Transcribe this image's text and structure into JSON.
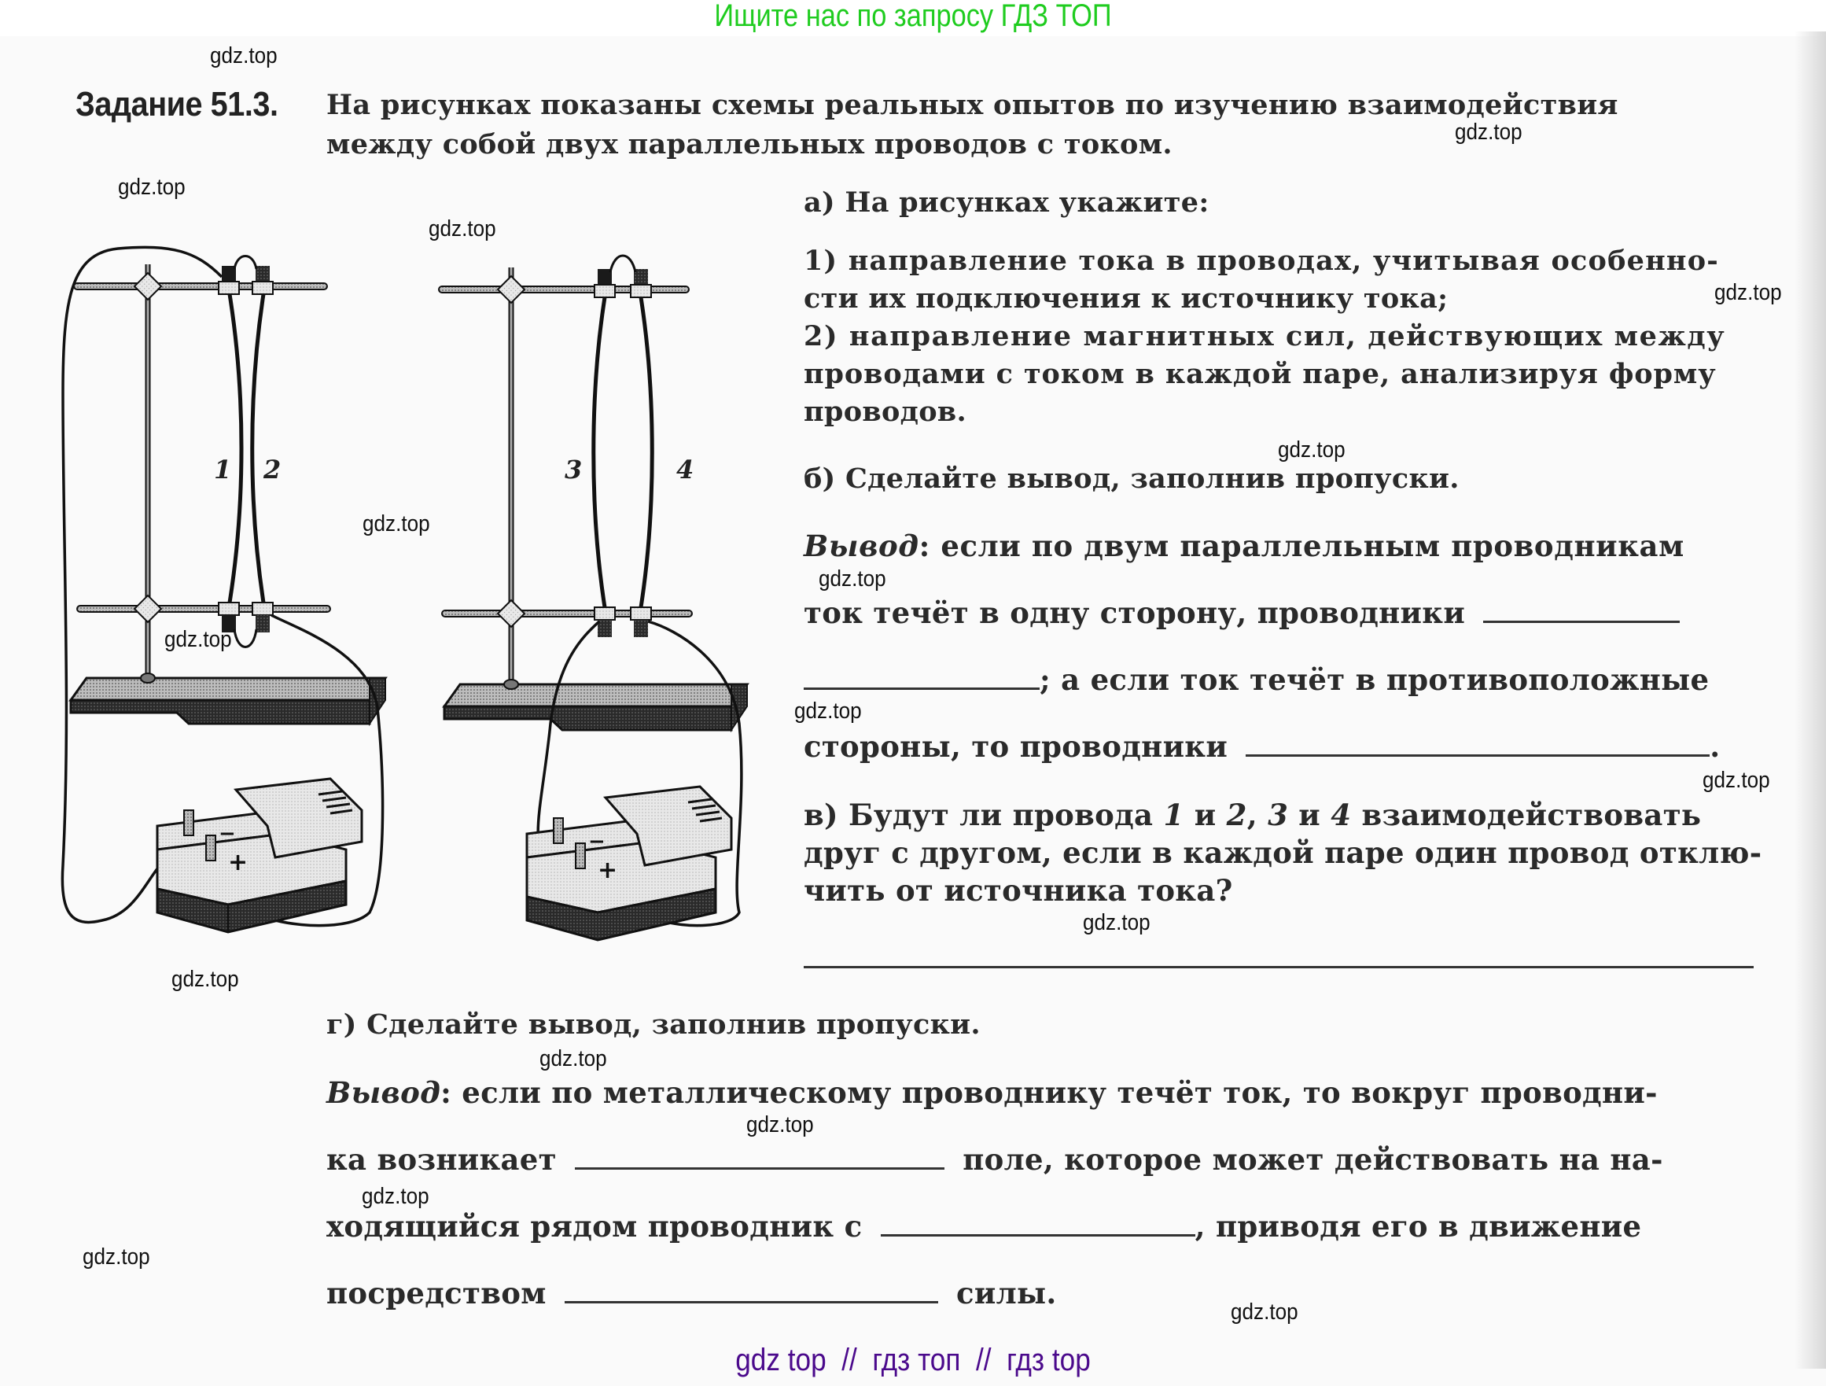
{
  "banner": "Ищите нас по запросу ГДЗ ТОП",
  "footer": "gdz top  //  гдз топ  //  гдз top",
  "watermark": "gdz.top",
  "task": {
    "label": "Задание 51.3.",
    "intro": [
      "На рисунках показаны схемы реальных опытов по изучению взаимодействия",
      "между собой двух параллельных проводов с током."
    ]
  },
  "figure": {
    "wire_labels": [
      "1",
      "2",
      "3",
      "4"
    ],
    "battery_minus": "−",
    "battery_plus": "+"
  },
  "part_a": {
    "heading": "а) На рисунках укажите:",
    "item1_lines": [
      "1) направление тока в проводах, учитывая особенно-",
      "сти их подключения к источнику тока;"
    ],
    "item2_lines": [
      "2) направление магнитных сил, действующих между",
      "проводами с током в каждой паре, анализируя форму",
      "проводов."
    ]
  },
  "part_b": {
    "heading": "б) Сделайте вывод, заполнив пропуски.",
    "vyvod_label": "Вывод",
    "line1": ": если по двум параллельным проводникам",
    "line2": "ток течёт в одну сторону, проводники",
    "line3": "; а если ток течёт в противоположные",
    "line4": "стороны, то проводники",
    "line4_end": "."
  },
  "part_v": {
    "line1_a": "в) Будут ли провода ",
    "n1": "1",
    "and1": " и ",
    "n2": "2",
    "comma": ", ",
    "n3": "3",
    "and2": " и ",
    "n4": "4",
    "line1_b": " взаимодействовать",
    "line2": "друг с другом, если в каждой паре один провод отклю-",
    "line3": "чить от источника тока?"
  },
  "part_g": {
    "heading": "г) Сделайте вывод, заполнив пропуски.",
    "vyvod_label": "Вывод",
    "line1": ": если по металлическому проводнику течёт ток, то вокруг проводни-",
    "line2_a": "ка возникает",
    "line2_b": "поле, которое может действовать на на-",
    "line3_a": "ходящийся рядом проводник с",
    "line3_b": ", приводя его в движение",
    "line4_a": "посредством",
    "line4_b": "силы."
  },
  "colors": {
    "banner": "#1fcc1f",
    "footer": "#4b0a8c",
    "text": "#2a2a2a"
  }
}
